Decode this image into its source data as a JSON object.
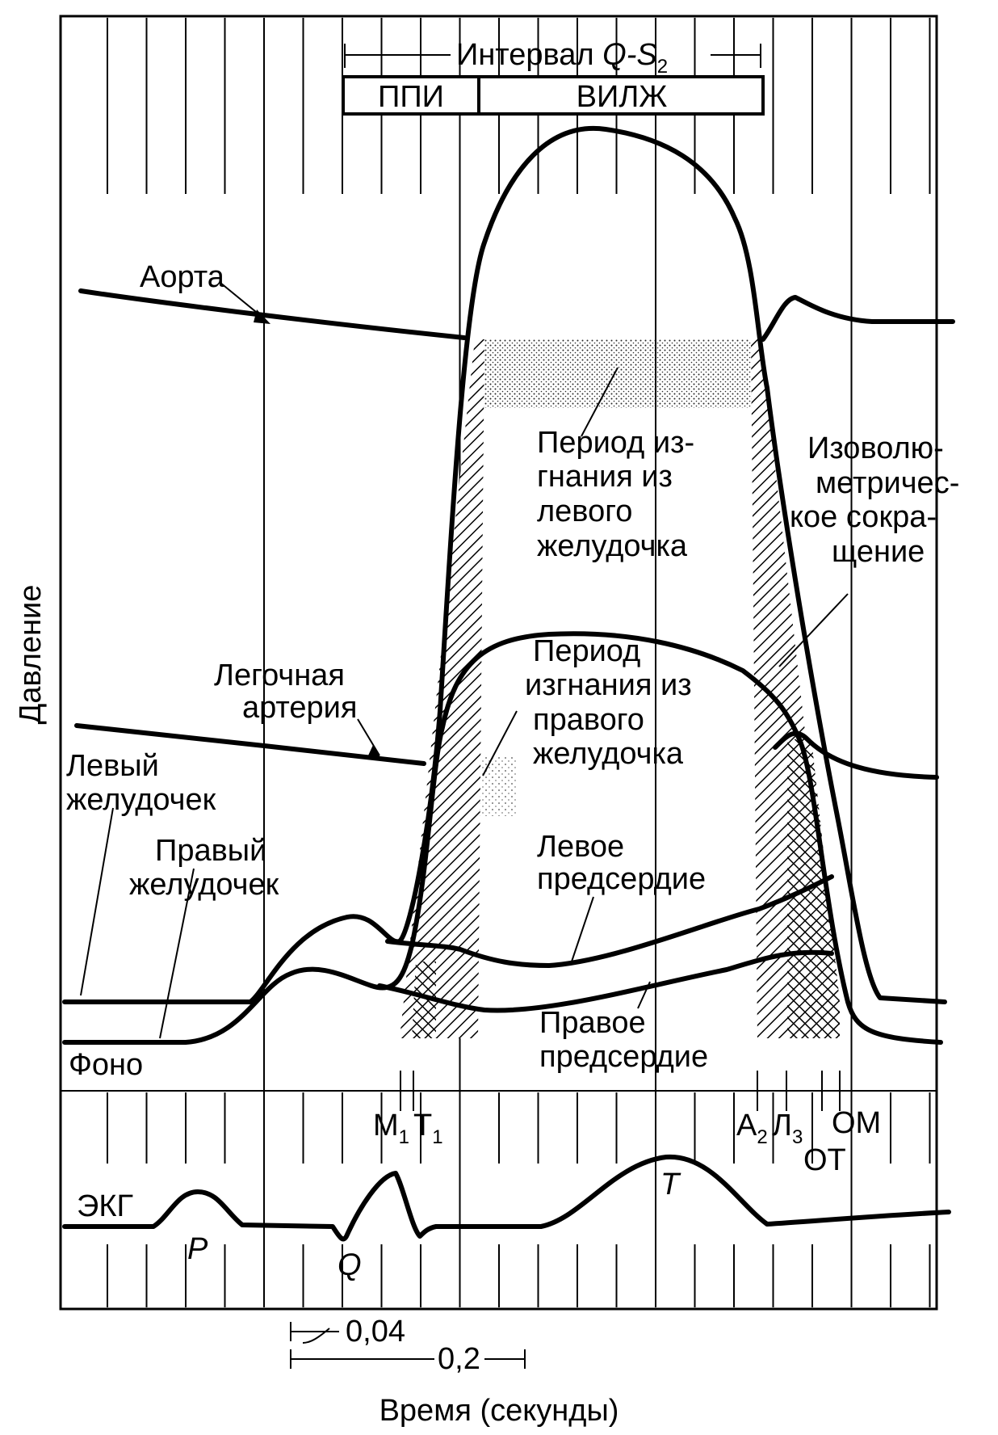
{
  "header": {
    "interval_prefix": "Интервал ",
    "interval_main": "Q-S",
    "interval_sub": "2",
    "box_left": "ППИ",
    "box_right": "ВИЛЖ"
  },
  "axis": {
    "ylabel": "Давление",
    "xlabel": "Время (секунды)"
  },
  "curve_labels": {
    "aorta": "Аорта",
    "pulmonary_1": "Легочная",
    "pulmonary_2": "артерия",
    "left_ventricle_1": "Левый",
    "left_ventricle_2": "желудочек",
    "right_ventricle_1": "Правый",
    "right_ventricle_2": "желудочек",
    "left_atrium_1": "Левое",
    "left_atrium_2": "предсердие",
    "right_atrium_1": "Правое",
    "right_atrium_2": "предсердие",
    "phono": "Фоно",
    "ecg": "ЭКГ"
  },
  "annotations": {
    "lv_ejection": [
      "Период из-",
      "гнания из",
      "левого",
      "желудочка"
    ],
    "isovolumetric": [
      "Изоволю-",
      "метричес-",
      "кое сокра-",
      "щение"
    ],
    "rv_ejection": [
      "Период",
      "изгнания из",
      "правого",
      "желудочка"
    ]
  },
  "sounds": {
    "m": "M",
    "m_sub": "1",
    "t": "T",
    "t_sub": "1",
    "a": "A",
    "a_sub": "2",
    "l": "Л",
    "l_sub": "3",
    "ot": "ОТ",
    "om": "ОМ"
  },
  "ecg_waves": {
    "p": "P",
    "q": "Q",
    "t": "T"
  },
  "scale": {
    "small": "0,04",
    "large": "0,2"
  }
}
